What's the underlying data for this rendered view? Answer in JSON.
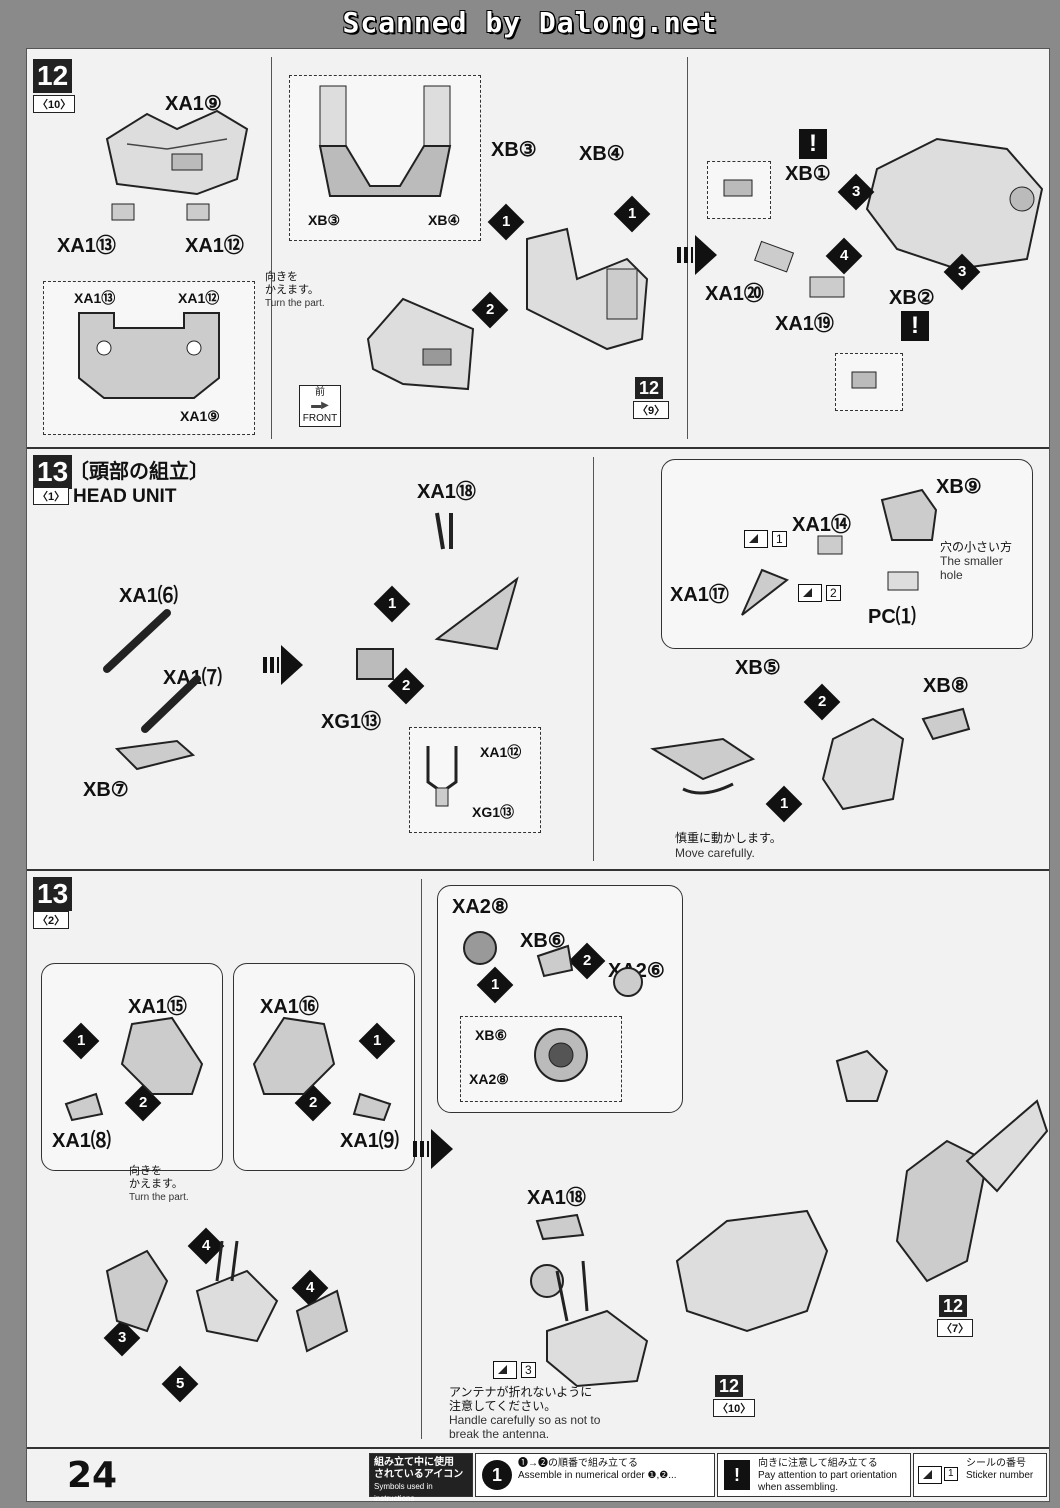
{
  "scan_title": "Scanned by Dalong.net",
  "page_number": "24",
  "step12": {
    "number": "12",
    "ref": "〈10〉",
    "labels": {
      "xa19": "XA1⑨",
      "xa113": "XA1⑬",
      "xa112": "XA1⑫",
      "box_xa113": "XA1⑬",
      "box_xa112": "XA1⑫",
      "box_xa19": "XA1⑨",
      "xb3_top": "XB③",
      "xb4_top": "XB④",
      "inset_xb3": "XB③",
      "inset_xb4": "XB④",
      "xb1": "XB①",
      "xa124": "XA1⑳",
      "xa123": "XA1⑲",
      "xb2": "XB②"
    },
    "turn_note_jp": "向きを\nかえます。",
    "turn_note_en": "Turn the part.",
    "front_jp": "前",
    "front_en": "FRONT",
    "sub_ref_num": "12",
    "sub_ref": "〈9〉"
  },
  "step13a": {
    "number": "13",
    "ref": "〈1〉",
    "title_jp": "〔頭部の組立〕",
    "title_en": "HEAD UNIT",
    "labels": {
      "xa125": "XA1⑹",
      "xa126": "XA1⑺",
      "xb7": "XB⑦",
      "xa122": "XA1⑱",
      "xg113": "XG1⑬",
      "inset_xa112": "XA1⑫",
      "inset_xg113": "XG1⑬",
      "xa114": "XA1⑭",
      "xb9": "XB⑨",
      "xa117": "XA1⑰",
      "pc21": "PC⑴",
      "xb5": "XB⑤",
      "xb8": "XB⑧"
    },
    "hole_note_jp": "穴の小さい方",
    "hole_note_en": "The smaller hole",
    "sticker1": "1",
    "sticker2": "2",
    "careful_jp": "慎重に動かします。",
    "careful_en": "Move carefully."
  },
  "step13b": {
    "number": "13",
    "ref": "〈2〉",
    "labels": {
      "xa115": "XA1⑮",
      "xa116": "XA1⑯",
      "xa127": "XA1⑻",
      "xa128": "XA1⑼",
      "xa28": "XA2⑧",
      "xb6": "XB⑥",
      "xa26": "XA2⑥",
      "inset_xb6": "XB⑥",
      "inset_xa28": "XA2⑧",
      "xa118": "XA1⑱"
    },
    "turn_note_jp": "向きを\nかえます。",
    "turn_note_en": "Turn the part.",
    "sticker3": "3",
    "antenna_jp": "アンテナが折れないように\n注意してください。",
    "antenna_en": "Handle carefully so as not to\nbreak the antenna.",
    "sub_ref1_num": "12",
    "sub_ref1": "〈7〉",
    "sub_ref2_num": "12",
    "sub_ref2": "〈10〉"
  },
  "footer": {
    "legend_title_jp": "組み立て中に使用\nされているアイコン",
    "legend_title_en": "Symbols used in instructions",
    "legend1_jp": "❶→❷の順番で組み立てる",
    "legend1_en": "Assemble in numerical order ❶,❷...",
    "legend2_jp": "向きに注意して組み立てる",
    "legend2_en": "Pay attention to part orientation when assembling.",
    "legend3_jp": "シールの番号",
    "legend3_en": "Sticker number",
    "legend3_num": "1"
  }
}
